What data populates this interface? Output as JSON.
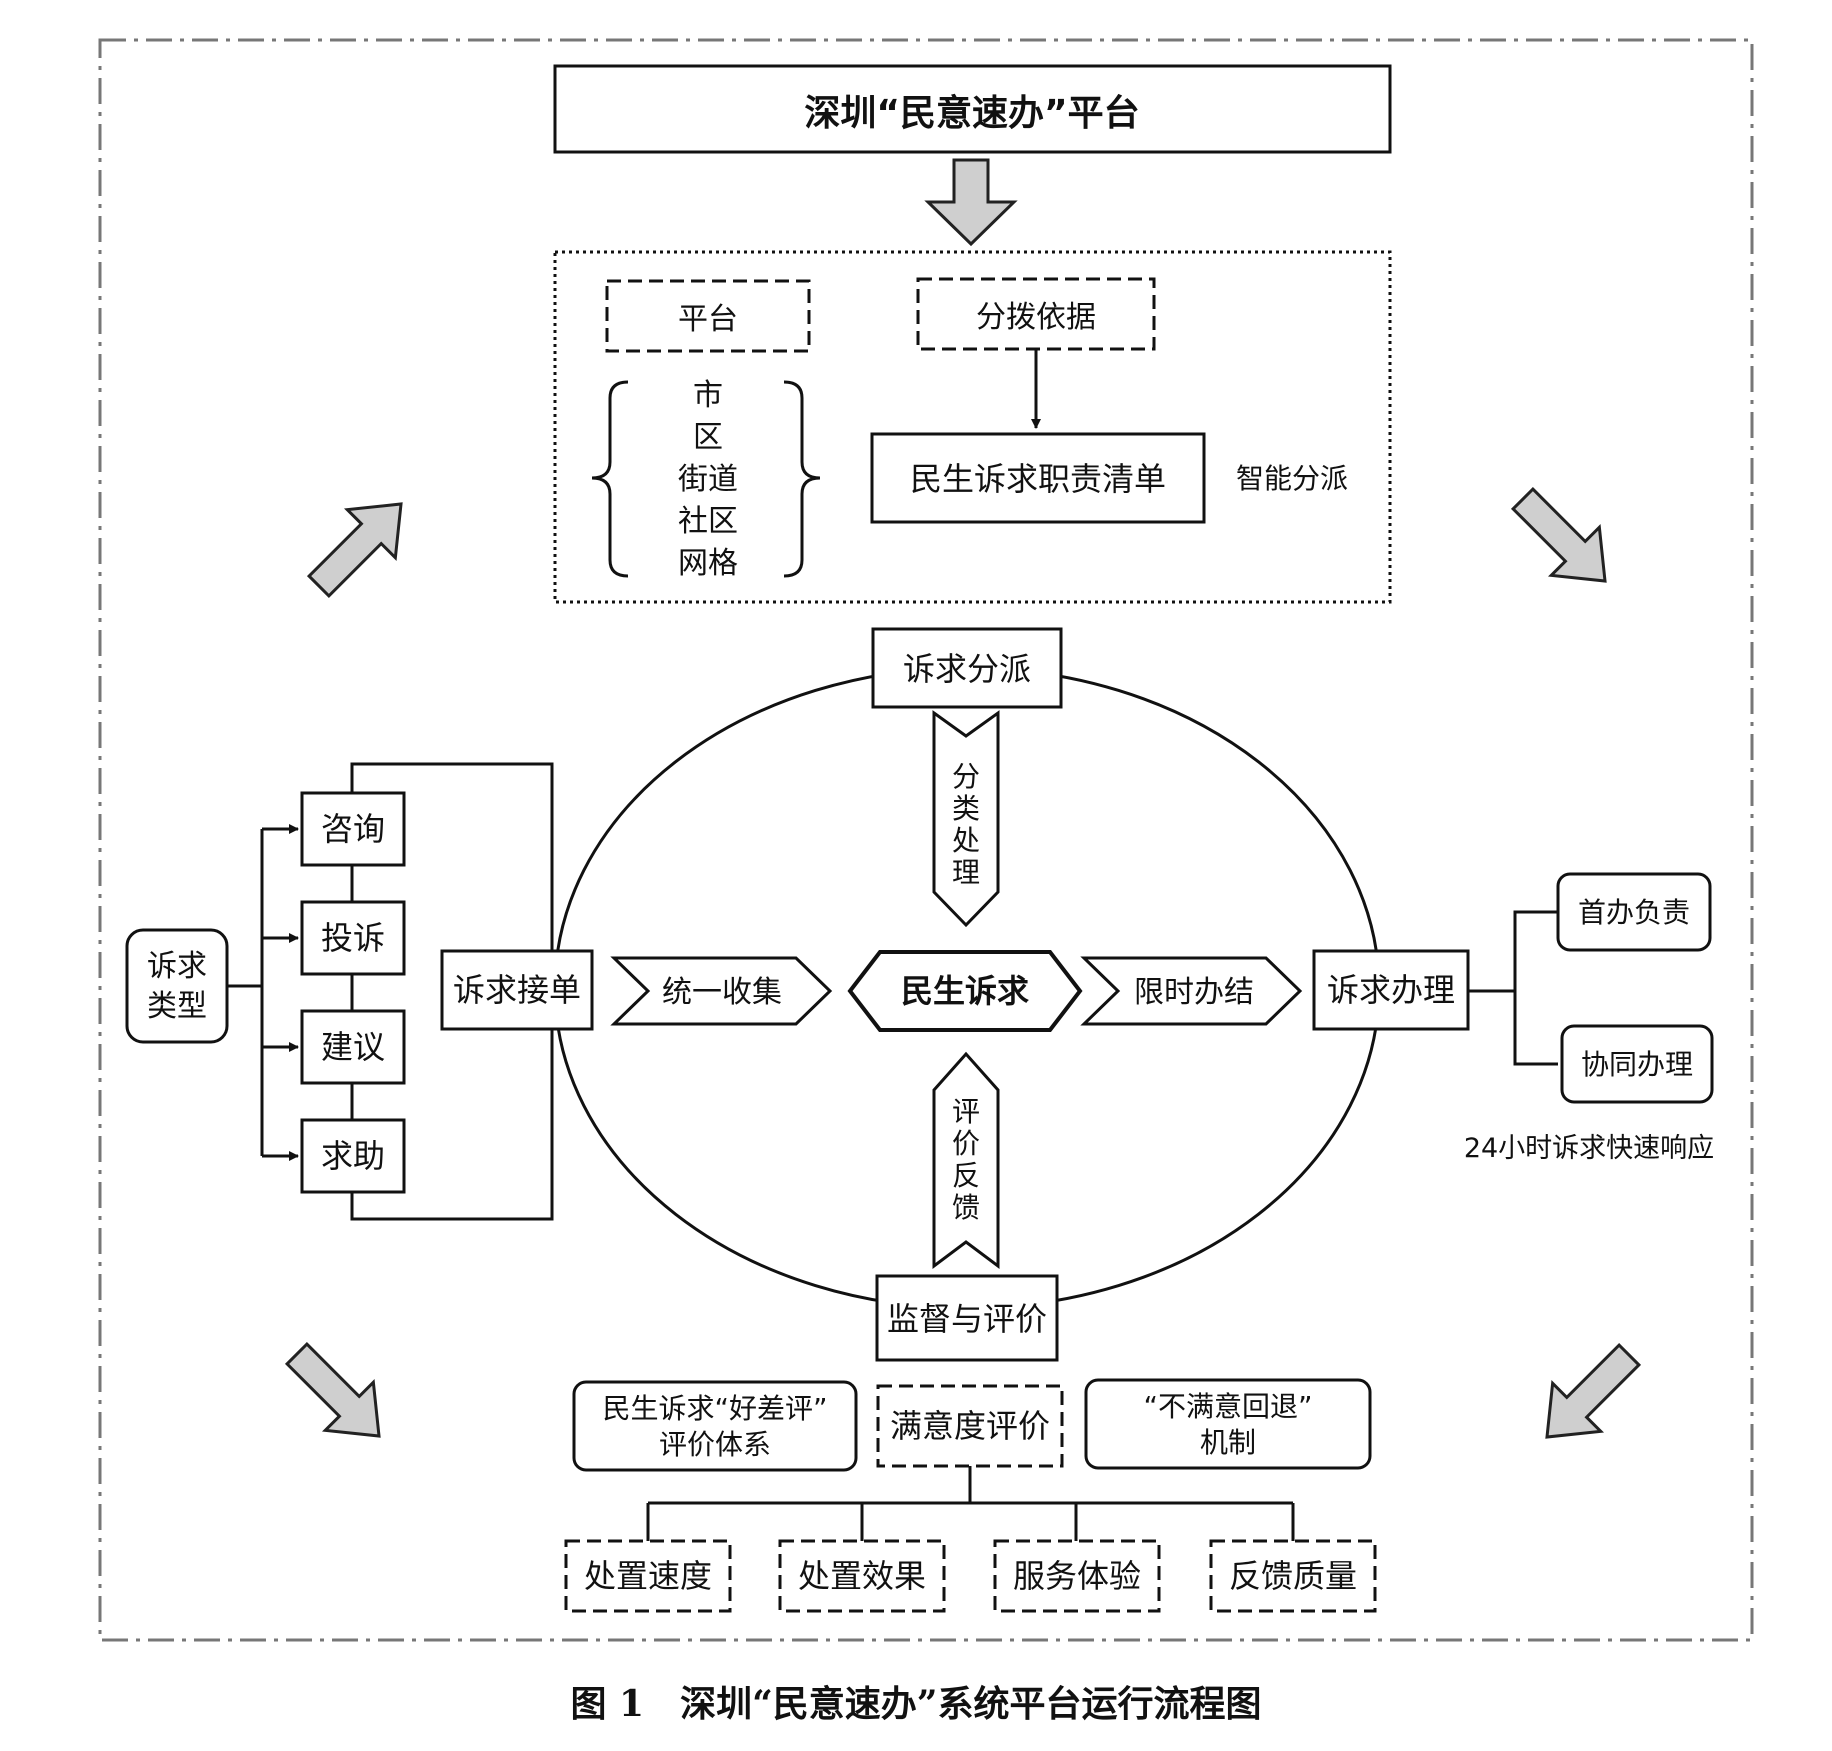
{
  "title": "深圳“民意速办”平台",
  "caption": "图 1　深圳“民意速办”系统平台运行流程图",
  "platform_box": {
    "platform_label": "平台",
    "levels": [
      "市",
      "区",
      "街道",
      "社区",
      "网格"
    ],
    "basis_label": "分拨依据",
    "list_label": "民生诉求职责清单",
    "smart_label": "智能分派"
  },
  "left": {
    "type_label_line1": "诉求",
    "type_label_line2": "类型",
    "types": [
      "咨询",
      "投诉",
      "建议",
      "求助"
    ],
    "receive_label": "诉求接单"
  },
  "cycle": {
    "dispatch": "诉求分派",
    "classify": [
      "分",
      "类",
      "处",
      "理"
    ],
    "collect": "统一收集",
    "center": "民生诉求",
    "deadline": "限时办结",
    "feedback": [
      "评",
      "价",
      "反",
      "馈"
    ],
    "supervise": "监督与评价"
  },
  "right": {
    "handle_label": "诉求办理",
    "options": [
      "首办负责",
      "协同办理"
    ],
    "note": "24小时诉求快速响应"
  },
  "bottom": {
    "system_line1": "民生诉求“好差评”",
    "system_line2": "评价体系",
    "satisfaction": "满意度评价",
    "mechanism_line1": "“不满意回退”",
    "mechanism_line2": "机制",
    "criteria": [
      "处置速度",
      "处置效果",
      "服务体验",
      "反馈质量"
    ]
  }
}
